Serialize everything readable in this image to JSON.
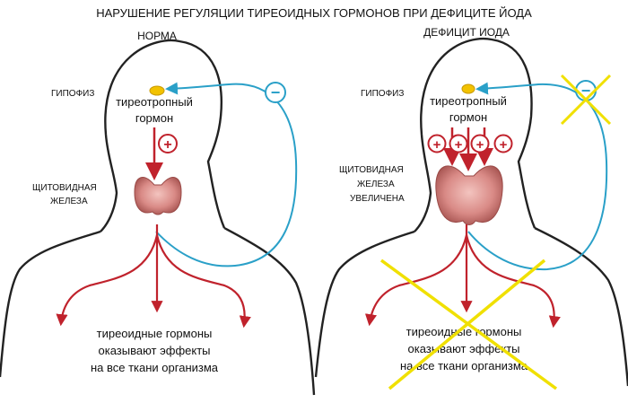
{
  "title": "НАРУШЕНИЕ РЕГУЛЯЦИИ ТИРЕОИДНЫХ ГОРМОНОВ ПРИ ДЕФИЦИТЕ ЙОДА",
  "panels": {
    "left": {
      "header": "НОРМА",
      "pituitary_label": "ГИПОФИЗ",
      "hormone_line1": "тиреотропный",
      "hormone_line2": "гормон",
      "thyroid_line1": "ЩИТОВИДНАЯ",
      "thyroid_line2": "ЖЕЛЕЗА",
      "effect_line1": "тиреоидные гормоны",
      "effect_line2": "оказывают эффекты",
      "effect_line3": "на все ткани организма",
      "feedback_sign": "−",
      "stimulus_sign": "+"
    },
    "right": {
      "header": "ДЕФИЦИТ ИОДА",
      "pituitary_label": "ГИПОФИЗ",
      "hormone_line1": "тиреотропный",
      "hormone_line2": "гормон",
      "thyroid_line1": "ЩИТОВИДНАЯ",
      "thyroid_line2": "ЖЕЛЕЗА",
      "thyroid_line3": "УВЕЛИЧЕНА",
      "effect_line1": "тиреоидные гормоны",
      "effect_line2": "оказывают эффекты",
      "effect_line3": "на все ткани организма",
      "feedback_sign": "−",
      "stimulus_sign": "+"
    }
  },
  "colors": {
    "outline": "#222222",
    "red_arrow": "#c0222c",
    "blue_feedback": "#2aa0c8",
    "pituitary": "#f2c200",
    "thyroid": "#d98a86",
    "cross": "#f0e000"
  }
}
